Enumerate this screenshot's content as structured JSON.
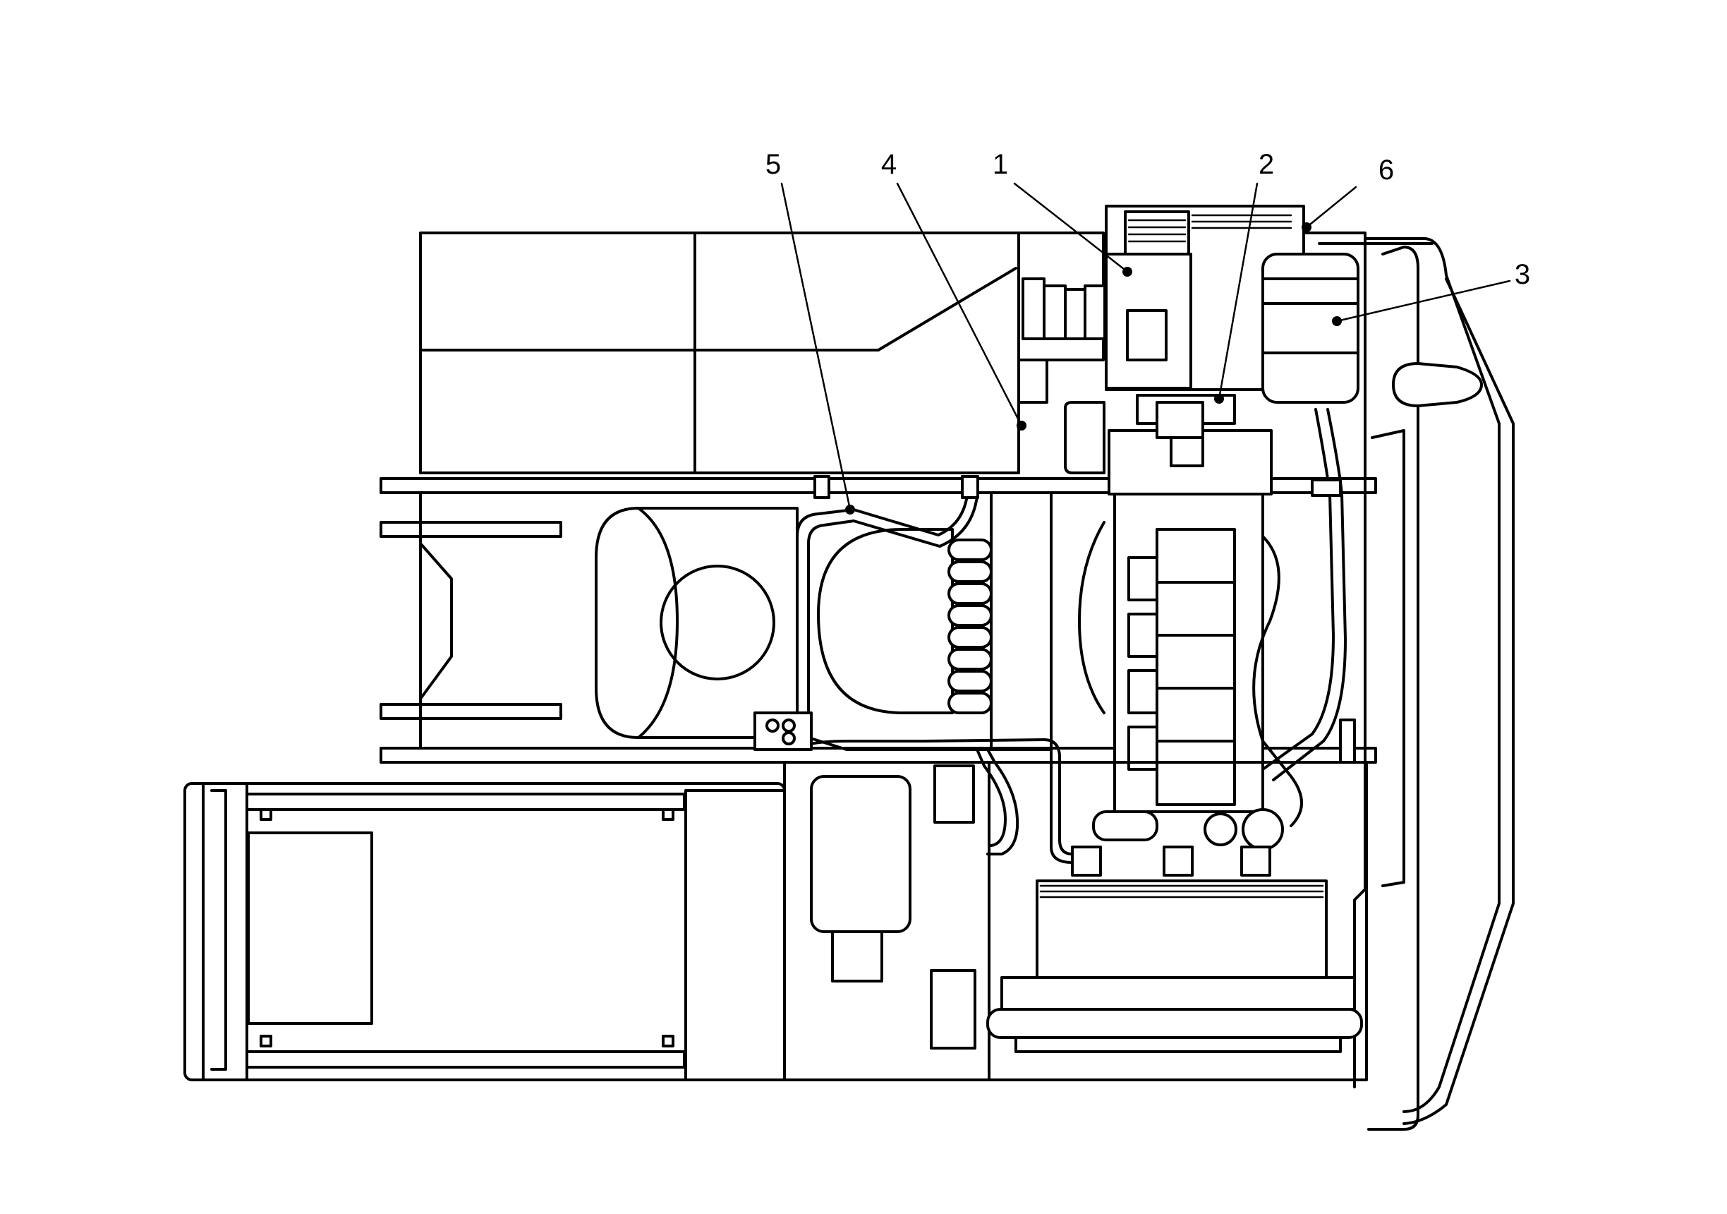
{
  "callouts": [
    {
      "id": "1",
      "text": "1"
    },
    {
      "id": "2",
      "text": "2"
    },
    {
      "id": "3",
      "text": "3"
    },
    {
      "id": "4",
      "text": "4"
    },
    {
      "id": "5",
      "text": "5"
    },
    {
      "id": "6",
      "text": "6"
    }
  ],
  "colors": {
    "ink": "#000000",
    "paper": "#ffffff"
  }
}
